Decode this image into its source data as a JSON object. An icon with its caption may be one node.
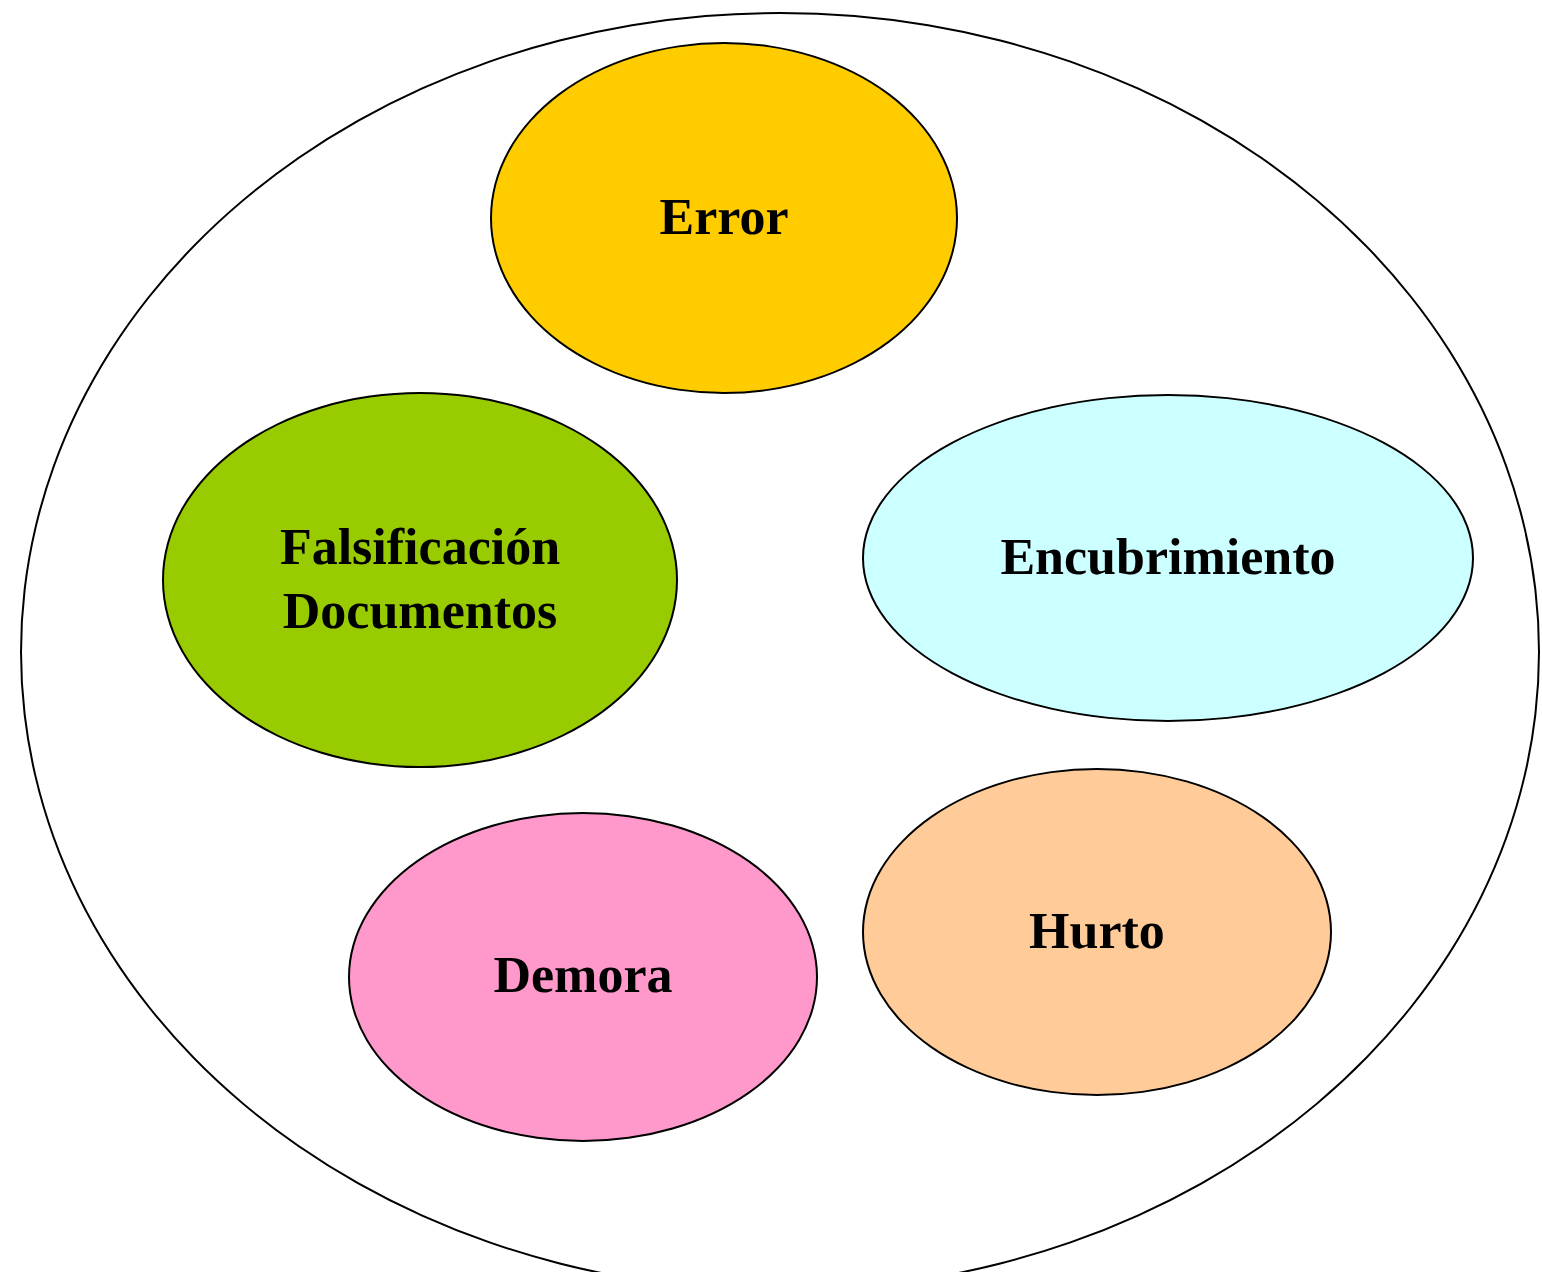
{
  "diagram": {
    "nodes": [
      {
        "text": [],
        "shape": "ellipse"
      },
      {
        "text": [
          "Error"
        ],
        "in": 0
      },
      {
        "text": [
          "Falsificación Documentos"
        ],
        "in": 0
      },
      {
        "text": [
          "Encubrimiento"
        ],
        "in": 0
      },
      {
        "text": [
          "Demora"
        ],
        "in": 0
      },
      {
        "text": [
          "Hurto"
        ],
        "in": 0
      }
    ]
  }
}
